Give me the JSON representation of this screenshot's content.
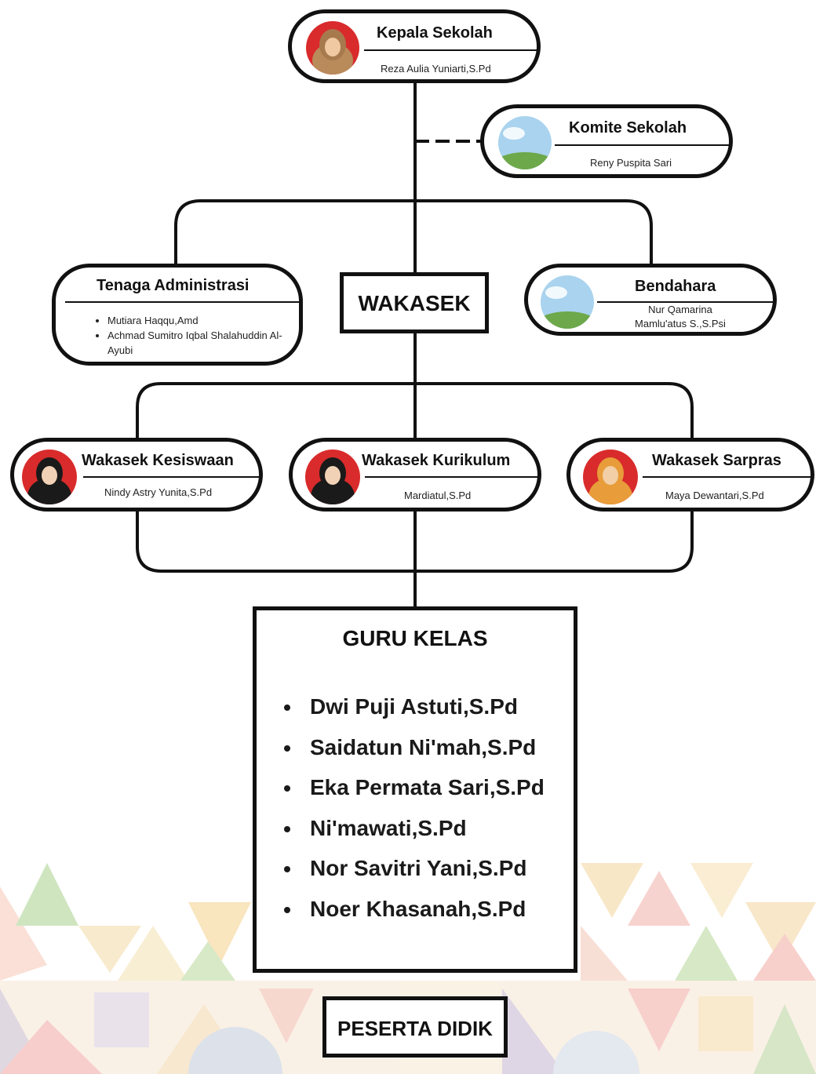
{
  "kepala": {
    "title": "Kepala Sekolah",
    "name": "Reza Aulia Yuniarti,S.Pd",
    "avatar_icon": "person-hijab-tan-icon"
  },
  "komite": {
    "title": "Komite Sekolah",
    "name": "Reny Puspita Sari",
    "avatar_icon": "landscape-placeholder-icon"
  },
  "admin": {
    "title": "Tenaga Administrasi",
    "items": [
      "Mutiara Haqqu,Amd",
      "Achmad Sumitro Iqbal Shalahuddin Al-Ayubi"
    ]
  },
  "wakasek_title": "WAKASEK",
  "bendahara": {
    "title": "Bendahara",
    "name_line1": "Nur Qamarina",
    "name_line2": "Mamlu'atus S.,S.Psi",
    "avatar_icon": "landscape-placeholder-icon"
  },
  "kesiswaan": {
    "title": "Wakasek Kesiswaan",
    "name": "Nindy Astry Yunita,S.Pd",
    "avatar_icon": "person-hijab-black-icon"
  },
  "kurikulum": {
    "title": "Wakasek Kurikulum",
    "name": "Mardiatul,S.Pd",
    "avatar_icon": "person-hijab-black-icon"
  },
  "sarpras": {
    "title": "Wakasek Sarpras",
    "name": "Maya Dewantari,S.Pd",
    "avatar_icon": "person-hijab-orange-icon"
  },
  "guru": {
    "title": "GURU KELAS",
    "items": [
      "Dwi Puji Astuti,S.Pd",
      "Saidatun Ni'mah,S.Pd",
      "Eka Permata Sari,S.Pd",
      "Ni'mawati,S.Pd",
      "Nor Savitri Yani,S.Pd",
      "Noer Khasanah,S.Pd"
    ]
  },
  "peserta_title": "PESERTA DIDIK",
  "colors": {
    "line": "#111111",
    "avatar_red": "#d92b2b",
    "sky": "#a9d3ee",
    "grass": "#6da84a"
  }
}
